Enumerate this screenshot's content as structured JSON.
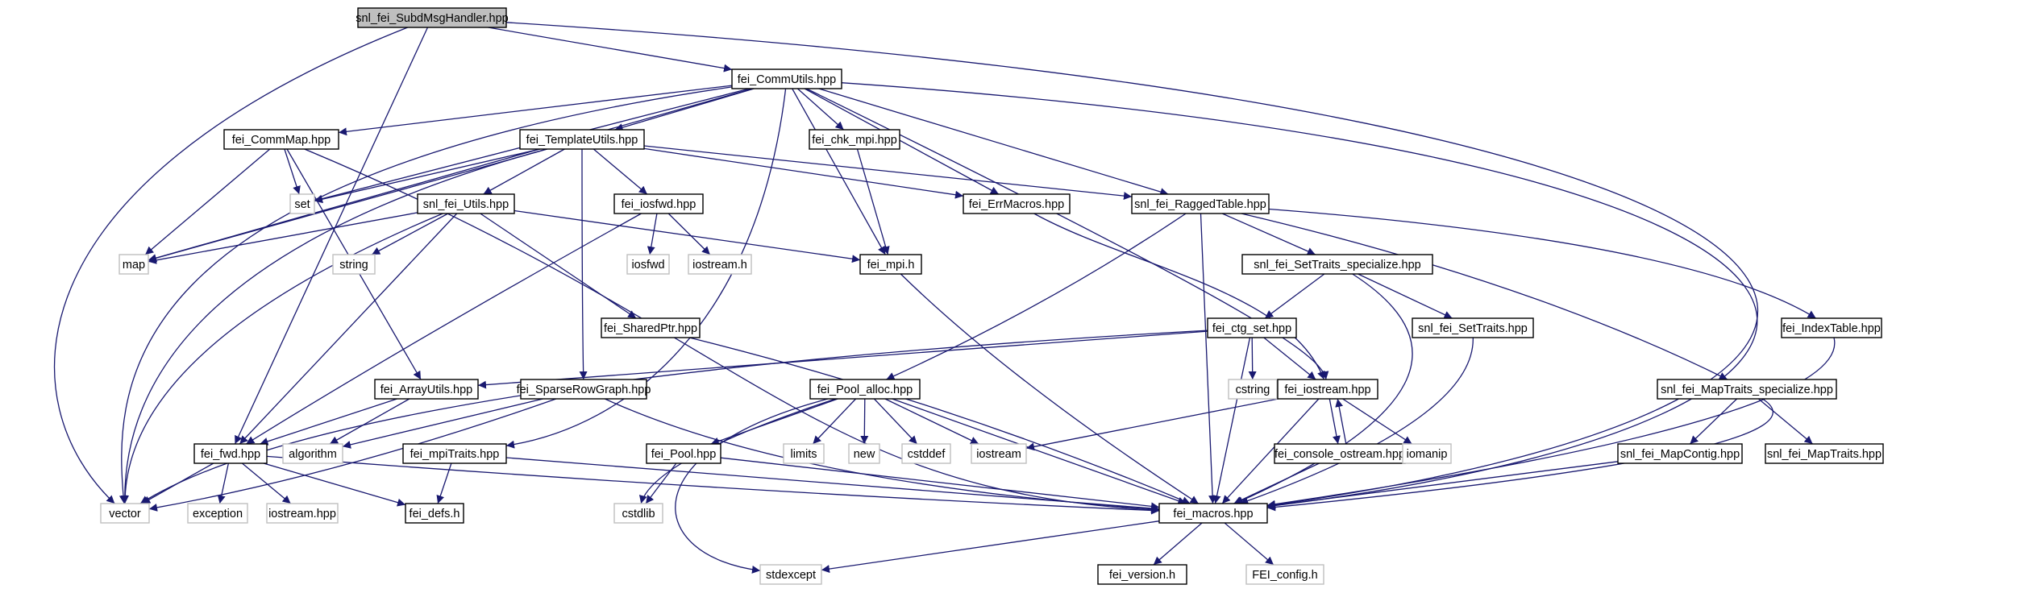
{
  "graph": {
    "edge_color": "#191970",
    "main_fill": "#bfbfbf",
    "nodes": [
      {
        "id": "subd",
        "label": "snl_fei_SubdMsgHandler.hpp",
        "kind": "main"
      },
      {
        "id": "commutils",
        "label": "fei_CommUtils.hpp",
        "kind": "local"
      },
      {
        "id": "commmap",
        "label": "fei_CommMap.hpp",
        "kind": "local"
      },
      {
        "id": "templateutils",
        "label": "fei_TemplateUtils.hpp",
        "kind": "local"
      },
      {
        "id": "chkmpi",
        "label": "fei_chk_mpi.hpp",
        "kind": "local"
      },
      {
        "id": "errmacros",
        "label": "fei_ErrMacros.hpp",
        "kind": "local"
      },
      {
        "id": "raggedtable",
        "label": "snl_fei_RaggedTable.hpp",
        "kind": "local"
      },
      {
        "id": "set",
        "label": "set",
        "kind": "sys"
      },
      {
        "id": "map",
        "label": "map",
        "kind": "sys"
      },
      {
        "id": "snlutils",
        "label": "snl_fei_Utils.hpp",
        "kind": "local"
      },
      {
        "id": "iosfwdhpp",
        "label": "fei_iosfwd.hpp",
        "kind": "local"
      },
      {
        "id": "string",
        "label": "string",
        "kind": "sys"
      },
      {
        "id": "iosfwd",
        "label": "iosfwd",
        "kind": "sys"
      },
      {
        "id": "iostreamh",
        "label": "iostream.h",
        "kind": "sys"
      },
      {
        "id": "mpih",
        "label": "fei_mpi.h",
        "kind": "local"
      },
      {
        "id": "settraitsspec",
        "label": "snl_fei_SetTraits_specialize.hpp",
        "kind": "local"
      },
      {
        "id": "sharedptr",
        "label": "fei_SharedPtr.hpp",
        "kind": "local"
      },
      {
        "id": "ctgset",
        "label": "fei_ctg_set.hpp",
        "kind": "local"
      },
      {
        "id": "settraits",
        "label": "snl_fei_SetTraits.hpp",
        "kind": "local"
      },
      {
        "id": "indextable",
        "label": "fei_IndexTable.hpp",
        "kind": "local"
      },
      {
        "id": "cstring",
        "label": "cstring",
        "kind": "sys"
      },
      {
        "id": "arrayutils",
        "label": "fei_ArrayUtils.hpp",
        "kind": "local"
      },
      {
        "id": "sparserowgraph",
        "label": "fei_SparseRowGraph.hpp",
        "kind": "local"
      },
      {
        "id": "poolalloc",
        "label": "fei_Pool_alloc.hpp",
        "kind": "local"
      },
      {
        "id": "iostreamhpp",
        "label": "fei_iostream.hpp",
        "kind": "local"
      },
      {
        "id": "maptraitsspec",
        "label": "snl_fei_MapTraits_specialize.hpp",
        "kind": "local"
      },
      {
        "id": "feifwd",
        "label": "fei_fwd.hpp",
        "kind": "local"
      },
      {
        "id": "algorithm",
        "label": "algorithm",
        "kind": "sys"
      },
      {
        "id": "mpitraits",
        "label": "fei_mpiTraits.hpp",
        "kind": "local"
      },
      {
        "id": "poolhpp",
        "label": "fei_Pool.hpp",
        "kind": "local"
      },
      {
        "id": "limits",
        "label": "limits",
        "kind": "sys"
      },
      {
        "id": "new",
        "label": "new",
        "kind": "sys"
      },
      {
        "id": "cstddef",
        "label": "cstddef",
        "kind": "sys"
      },
      {
        "id": "iostream",
        "label": "iostream",
        "kind": "sys"
      },
      {
        "id": "consoleostream",
        "label": "fei_console_ostream.hpp",
        "kind": "local"
      },
      {
        "id": "iomanip",
        "label": "iomanip",
        "kind": "sys"
      },
      {
        "id": "mapcontig",
        "label": "snl_fei_MapContig.hpp",
        "kind": "local"
      },
      {
        "id": "maptraits",
        "label": "snl_fei_MapTraits.hpp",
        "kind": "local"
      },
      {
        "id": "vector",
        "label": "vector",
        "kind": "sys"
      },
      {
        "id": "exception",
        "label": "exception",
        "kind": "sys"
      },
      {
        "id": "iostreamhpp2",
        "label": "iostream.hpp",
        "kind": "sys"
      },
      {
        "id": "defsh",
        "label": "fei_defs.h",
        "kind": "local"
      },
      {
        "id": "cstdlib",
        "label": "cstdlib",
        "kind": "sys"
      },
      {
        "id": "macros",
        "label": "fei_macros.hpp",
        "kind": "local"
      },
      {
        "id": "stdexcept",
        "label": "stdexcept",
        "kind": "sys"
      },
      {
        "id": "version",
        "label": "fei_version.h",
        "kind": "local"
      },
      {
        "id": "config",
        "label": "FEI_config.h",
        "kind": "sys"
      }
    ],
    "edges": [
      [
        "subd",
        "commutils"
      ],
      [
        "subd",
        "feifwd"
      ],
      [
        "subd",
        "vector"
      ],
      [
        "subd",
        "macros"
      ],
      [
        "commutils",
        "commmap"
      ],
      [
        "commutils",
        "templateutils"
      ],
      [
        "commutils",
        "chkmpi"
      ],
      [
        "commutils",
        "errmacros"
      ],
      [
        "commutils",
        "raggedtable"
      ],
      [
        "commutils",
        "set"
      ],
      [
        "commutils",
        "map"
      ],
      [
        "commutils",
        "vector"
      ],
      [
        "commutils",
        "mpih"
      ],
      [
        "commutils",
        "iostreamhpp"
      ],
      [
        "commutils",
        "mpitraits"
      ],
      [
        "commutils",
        "macros"
      ],
      [
        "commmap",
        "set"
      ],
      [
        "commmap",
        "map"
      ],
      [
        "commmap",
        "arrayutils"
      ],
      [
        "commmap",
        "macros"
      ],
      [
        "templateutils",
        "set"
      ],
      [
        "templateutils",
        "map"
      ],
      [
        "templateutils",
        "snlutils"
      ],
      [
        "templateutils",
        "iosfwdhpp"
      ],
      [
        "templateutils",
        "errmacros"
      ],
      [
        "templateutils",
        "raggedtable"
      ],
      [
        "templateutils",
        "sparserowgraph"
      ],
      [
        "templateutils",
        "vector"
      ],
      [
        "snlutils",
        "map"
      ],
      [
        "snlutils",
        "string"
      ],
      [
        "snlutils",
        "mpih"
      ],
      [
        "snlutils",
        "sharedptr"
      ],
      [
        "snlutils",
        "feifwd"
      ],
      [
        "snlutils",
        "vector"
      ],
      [
        "iosfwdhpp",
        "iosfwd"
      ],
      [
        "iosfwdhpp",
        "iostreamh"
      ],
      [
        "iosfwdhpp",
        "feifwd"
      ],
      [
        "chkmpi",
        "mpih"
      ],
      [
        "mpih",
        "macros"
      ],
      [
        "errmacros",
        "iostreamhpp"
      ],
      [
        "raggedtable",
        "settraitsspec"
      ],
      [
        "raggedtable",
        "indextable"
      ],
      [
        "raggedtable",
        "maptraitsspec"
      ],
      [
        "raggedtable",
        "poolalloc"
      ],
      [
        "raggedtable",
        "macros"
      ],
      [
        "settraitsspec",
        "ctgset"
      ],
      [
        "settraitsspec",
        "settraits"
      ],
      [
        "settraitsspec",
        "macros"
      ],
      [
        "settraits",
        "macros"
      ],
      [
        "indextable",
        "macros"
      ],
      [
        "sharedptr",
        "macros"
      ],
      [
        "ctgset",
        "cstring"
      ],
      [
        "ctgset",
        "iostreamhpp"
      ],
      [
        "ctgset",
        "arrayutils"
      ],
      [
        "ctgset",
        "vector"
      ],
      [
        "ctgset",
        "macros"
      ],
      [
        "arrayutils",
        "algorithm"
      ],
      [
        "arrayutils",
        "feifwd"
      ],
      [
        "sparserowgraph",
        "algorithm"
      ],
      [
        "sparserowgraph",
        "vector"
      ],
      [
        "sparserowgraph",
        "macros"
      ],
      [
        "poolalloc",
        "poolhpp"
      ],
      [
        "poolalloc",
        "limits"
      ],
      [
        "poolalloc",
        "new"
      ],
      [
        "poolalloc",
        "cstddef"
      ],
      [
        "poolalloc",
        "iostream"
      ],
      [
        "poolalloc",
        "cstdlib"
      ],
      [
        "poolalloc",
        "stdexcept"
      ],
      [
        "poolalloc",
        "macros"
      ],
      [
        "iostreamhpp",
        "iostream"
      ],
      [
        "iostreamhpp",
        "iomanip"
      ],
      [
        "iostreamhpp",
        "consoleostream"
      ],
      [
        "iostreamhpp",
        "macros"
      ],
      [
        "consoleostream",
        "iostreamhpp"
      ],
      [
        "consoleostream",
        "macros"
      ],
      [
        "maptraitsspec",
        "mapcontig"
      ],
      [
        "maptraitsspec",
        "maptraits"
      ],
      [
        "maptraitsspec",
        "macros"
      ],
      [
        "mapcontig",
        "macros"
      ],
      [
        "feifwd",
        "vector"
      ],
      [
        "feifwd",
        "exception"
      ],
      [
        "feifwd",
        "iostreamhpp2"
      ],
      [
        "feifwd",
        "defsh"
      ],
      [
        "feifwd",
        "macros"
      ],
      [
        "mpitraits",
        "defsh"
      ],
      [
        "mpitraits",
        "macros"
      ],
      [
        "poolhpp",
        "cstdlib"
      ],
      [
        "poolhpp",
        "macros"
      ],
      [
        "macros",
        "version"
      ],
      [
        "macros",
        "config"
      ],
      [
        "macros",
        "stdexcept"
      ]
    ]
  }
}
